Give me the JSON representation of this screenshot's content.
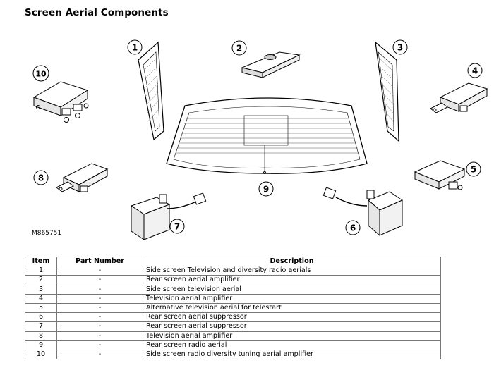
{
  "title": "Screen Aerial Components",
  "reference_code": "M865751",
  "callouts": [
    "1",
    "2",
    "3",
    "4",
    "5",
    "6",
    "7",
    "8",
    "9",
    "10"
  ],
  "table": {
    "headers": [
      "Item",
      "Part Number",
      "Description"
    ],
    "rows": [
      {
        "item": "1",
        "part": "-",
        "desc": "Side screen Television and diversity radio aerials"
      },
      {
        "item": "2",
        "part": "-",
        "desc": "Rear screen aerial amplifier"
      },
      {
        "item": "3",
        "part": "-",
        "desc": "Side screen television aerial"
      },
      {
        "item": "4",
        "part": "-",
        "desc": "Television aerial amplifier"
      },
      {
        "item": "5",
        "part": "-",
        "desc": "Alternative television aerial for telestart"
      },
      {
        "item": "6",
        "part": "-",
        "desc": "Rear screen aerial suppressor"
      },
      {
        "item": "7",
        "part": "-",
        "desc": "Rear screen aerial suppressor"
      },
      {
        "item": "8",
        "part": "-",
        "desc": "Television aerial amplifier"
      },
      {
        "item": "9",
        "part": "-",
        "desc": "Rear screen radio aerial"
      },
      {
        "item": "10",
        "part": "-",
        "desc": "Side screen radio diversity tuning aerial amplifier"
      }
    ]
  }
}
